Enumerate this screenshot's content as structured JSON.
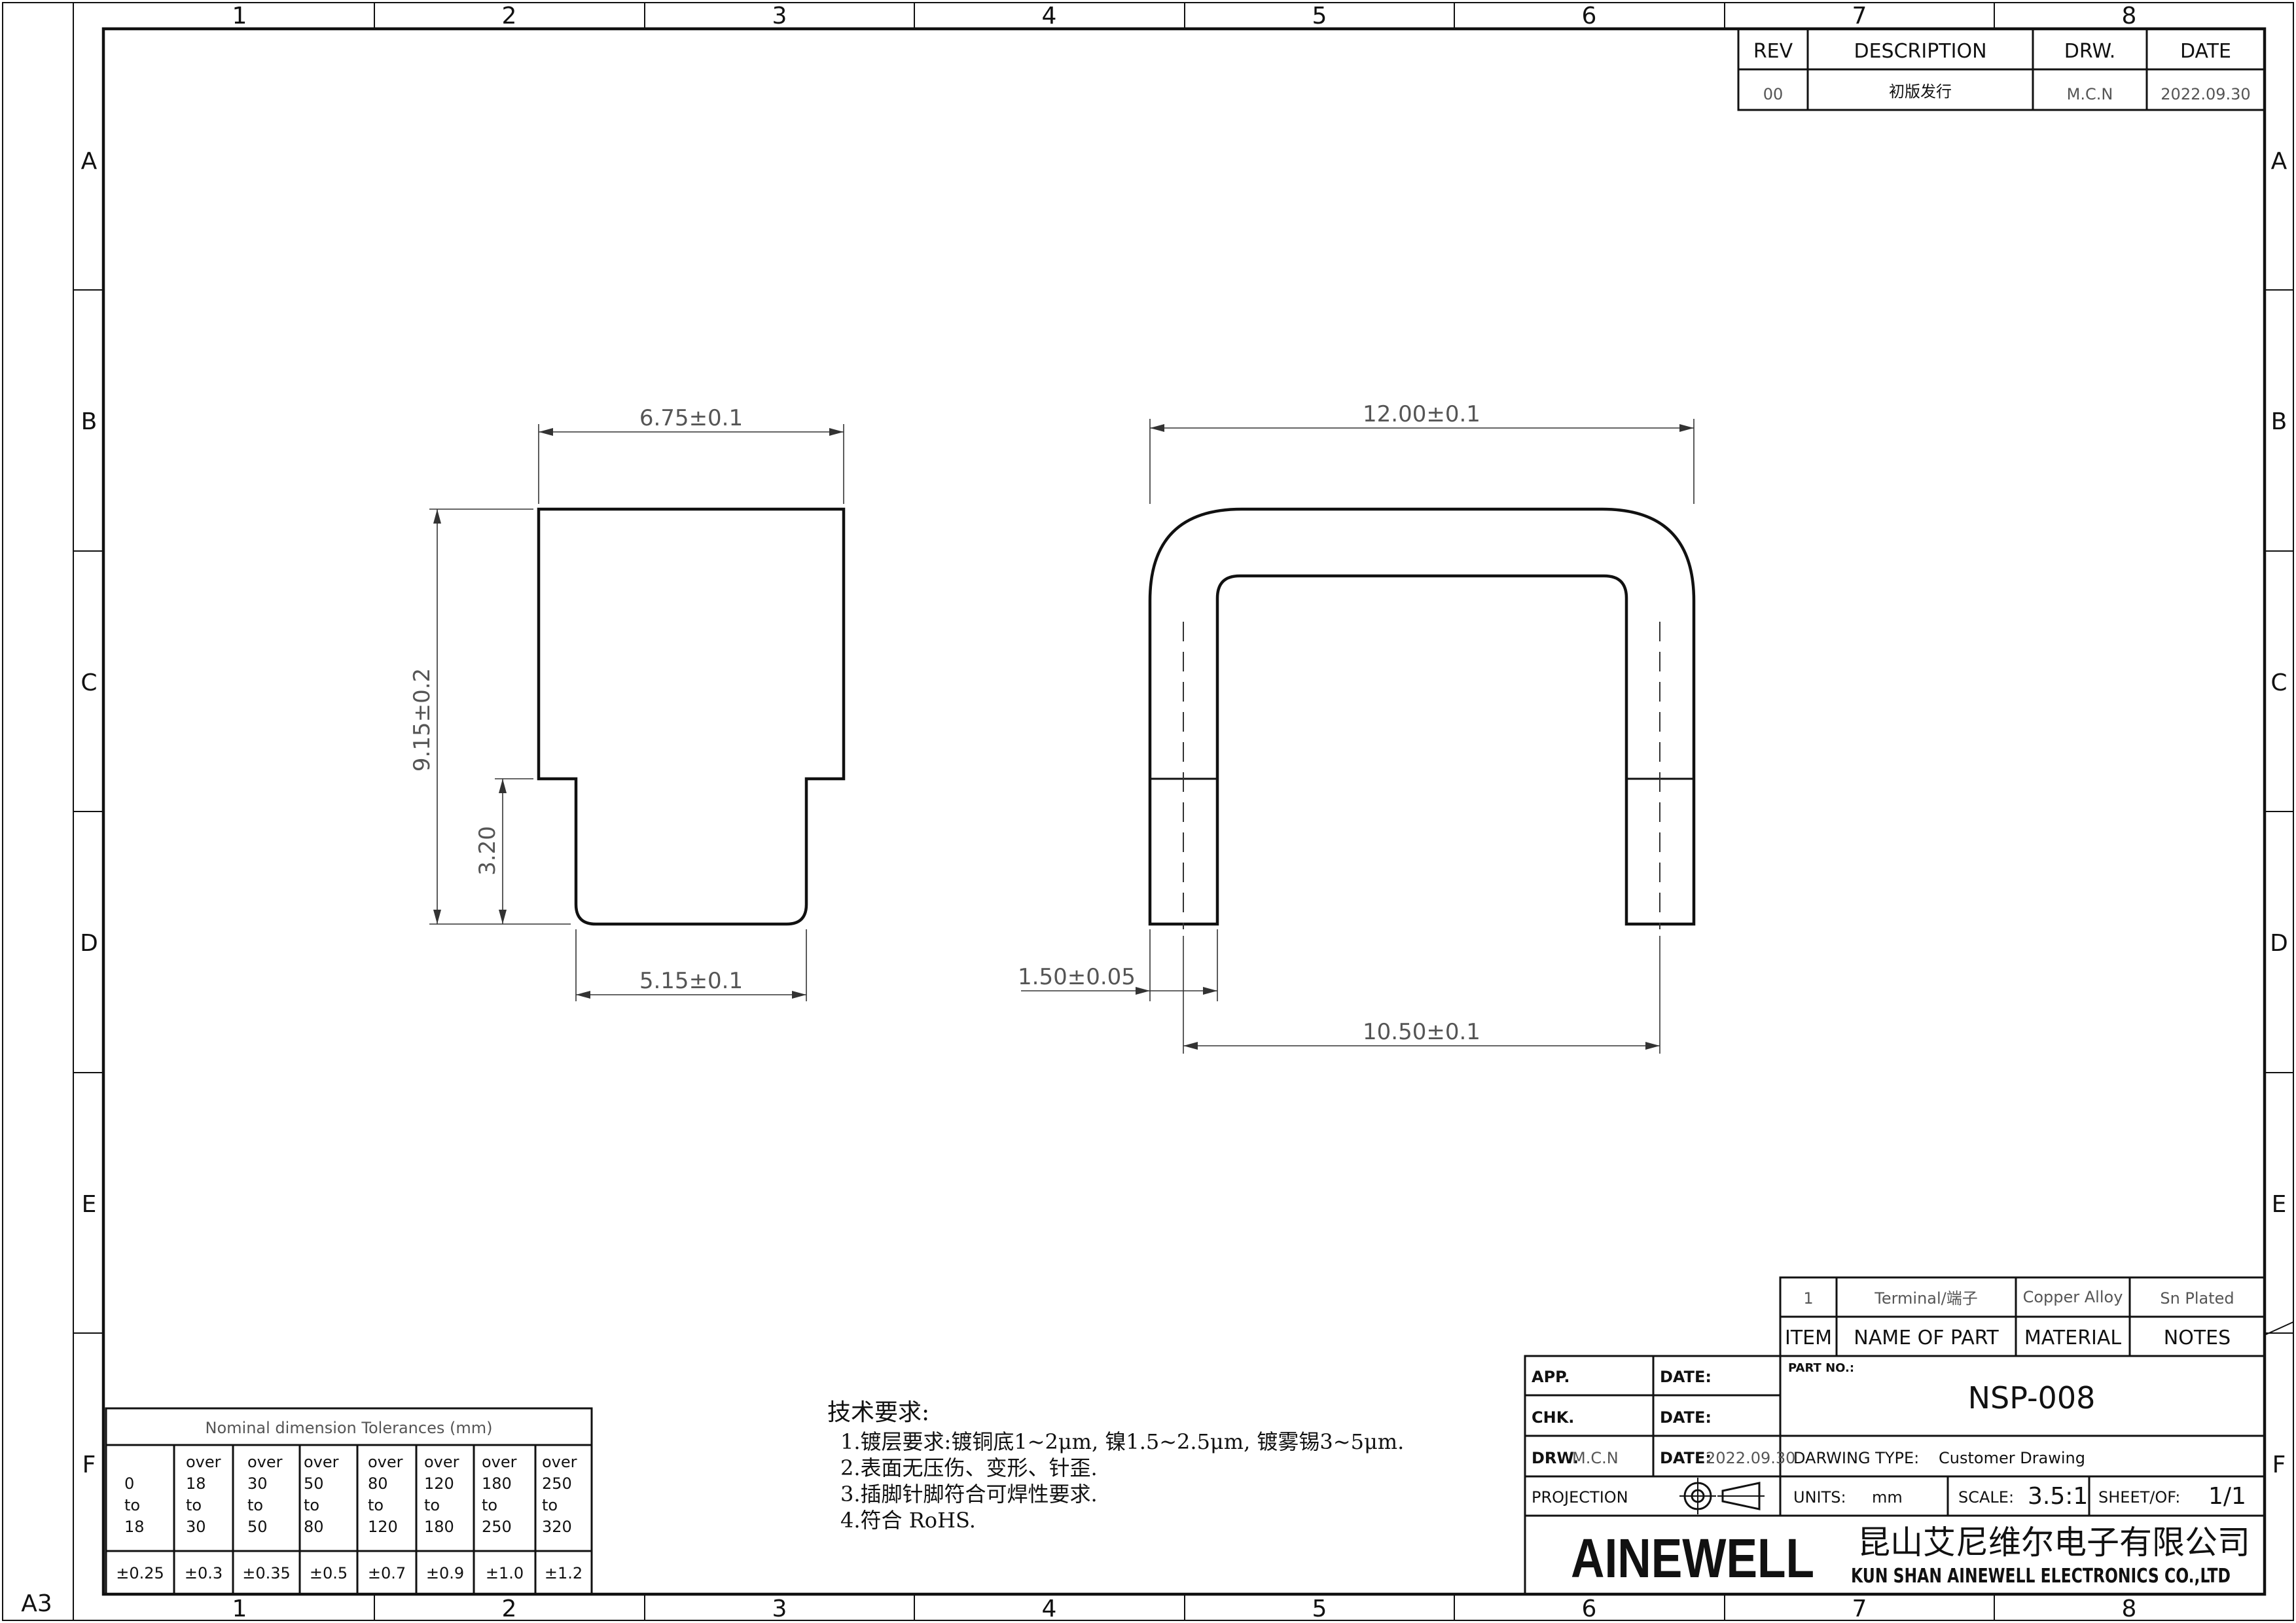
{
  "zones": {
    "cols": [
      "1",
      "2",
      "3",
      "4",
      "5",
      "6",
      "7",
      "8"
    ],
    "rows": [
      "A",
      "B",
      "C",
      "D",
      "E",
      "F"
    ]
  },
  "sheet_size": "A3",
  "revision_table": {
    "headers": [
      "REV",
      "DESCRIPTION",
      "DRW.",
      "DATE"
    ],
    "row": [
      "00",
      "初版发行",
      "M.C.N",
      "2022.09.30"
    ]
  },
  "dimensions": {
    "side_width": "6.75±0.1",
    "side_height": "9.15±0.2",
    "side_tab_height": "3.20",
    "side_tab_width": "5.15±0.1",
    "front_width": "12.00±0.1",
    "front_thickness": "1.50±0.05",
    "front_pitch": "10.50±0.1"
  },
  "tolerances": {
    "title": "Nominal dimension Tolerances (mm)",
    "ranges": [
      [
        "0",
        "to",
        "18"
      ],
      [
        "over",
        "18",
        "to",
        "30"
      ],
      [
        "over",
        "30",
        "to",
        "50"
      ],
      [
        "over",
        "50",
        "to",
        "80"
      ],
      [
        "over",
        "80",
        "to",
        "120"
      ],
      [
        "over",
        "120",
        "to",
        "180"
      ],
      [
        "over",
        "180",
        "to",
        "250"
      ],
      [
        "over",
        "250",
        "to",
        "320"
      ]
    ],
    "values": [
      "±0.25",
      "±0.3",
      "±0.35",
      "±0.5",
      "±0.7",
      "±0.9",
      "±1.0",
      "±1.2"
    ]
  },
  "notes": {
    "title": "技术要求:",
    "items": [
      "1.镀层要求:镀铜底1~2μm, 镍1.5~2.5μm, 镀雾锡3~5μm.",
      "2.表面无压伤、变形、针歪.",
      "3.插脚针脚符合可焊性要求.",
      "4.符合 RoHS."
    ]
  },
  "bom": {
    "row": [
      "1",
      "Terminal/端子",
      "Copper Alloy",
      "Sn Plated"
    ],
    "headers": [
      "ITEM",
      "NAME OF PART",
      "MATERIAL",
      "NOTES"
    ]
  },
  "title_block": {
    "app_label": "APP.",
    "chk_label": "CHK.",
    "drw_label": "DRW.",
    "drw_value": "M.C.N",
    "date_label": "DATE:",
    "drw_date": "2022.09.30",
    "part_no_label": "PART NO.:",
    "part_no": "NSP-008",
    "drawing_type_label": "DARWING TYPE:",
    "drawing_type": "Customer Drawing",
    "projection_label": "PROJECTION",
    "units_label": "UNITS:",
    "units": "mm",
    "scale_label": "SCALE:",
    "scale": "3.5:1",
    "sheet_label": "SHEET/OF:",
    "sheet": "1/1",
    "logo": "AINEWELL",
    "company_cn": "昆山艾尼维尔电子有限公司",
    "company_en": "KUN SHAN AINEWELL ELECTRONICS CO.,LTD"
  },
  "colors": {
    "line": "#111111",
    "dimension": "#555555",
    "background": "#ffffff"
  }
}
